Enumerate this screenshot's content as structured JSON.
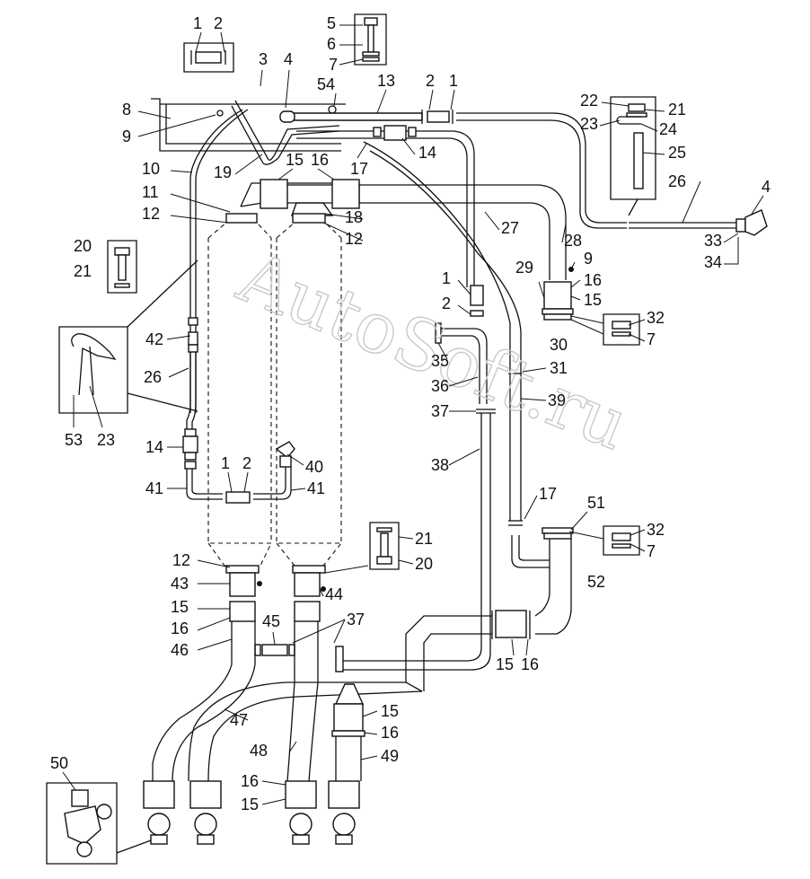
{
  "watermark": "AutoSoft.ru",
  "part_labels": [
    {
      "id": "l1a",
      "text": "1"
    },
    {
      "id": "l2a",
      "text": "2"
    },
    {
      "id": "l3",
      "text": "3"
    },
    {
      "id": "l4a",
      "text": "4"
    },
    {
      "id": "l5",
      "text": "5"
    },
    {
      "id": "l6",
      "text": "6"
    },
    {
      "id": "l7a",
      "text": "7"
    },
    {
      "id": "l54",
      "text": "54"
    },
    {
      "id": "l13",
      "text": "13"
    },
    {
      "id": "l2b",
      "text": "2"
    },
    {
      "id": "l1b",
      "text": "1"
    },
    {
      "id": "l22",
      "text": "22"
    },
    {
      "id": "l21a",
      "text": "21"
    },
    {
      "id": "l23a",
      "text": "23"
    },
    {
      "id": "l24",
      "text": "24"
    },
    {
      "id": "l25",
      "text": "25"
    },
    {
      "id": "l8",
      "text": "8"
    },
    {
      "id": "l9a",
      "text": "9"
    },
    {
      "id": "l14a",
      "text": "14"
    },
    {
      "id": "l17a",
      "text": "17"
    },
    {
      "id": "l10",
      "text": "10"
    },
    {
      "id": "l19",
      "text": "19"
    },
    {
      "id": "l15a",
      "text": "15"
    },
    {
      "id": "l16a",
      "text": "16"
    },
    {
      "id": "l26a",
      "text": "26"
    },
    {
      "id": "l4b",
      "text": "4"
    },
    {
      "id": "l11",
      "text": "11"
    },
    {
      "id": "l12a",
      "text": "12"
    },
    {
      "id": "l18",
      "text": "18"
    },
    {
      "id": "l12b",
      "text": "12"
    },
    {
      "id": "l27",
      "text": "27"
    },
    {
      "id": "l28",
      "text": "28"
    },
    {
      "id": "l33",
      "text": "33"
    },
    {
      "id": "l34",
      "text": "34"
    },
    {
      "id": "l20a",
      "text": "20"
    },
    {
      "id": "l21b",
      "text": "21"
    },
    {
      "id": "l9b",
      "text": "9"
    },
    {
      "id": "l29",
      "text": "29"
    },
    {
      "id": "l16b",
      "text": "16"
    },
    {
      "id": "l15b",
      "text": "15"
    },
    {
      "id": "l1c",
      "text": "1"
    },
    {
      "id": "l2c",
      "text": "2"
    },
    {
      "id": "l32a",
      "text": "32"
    },
    {
      "id": "l30",
      "text": "30"
    },
    {
      "id": "l7b",
      "text": "7"
    },
    {
      "id": "l42",
      "text": "42"
    },
    {
      "id": "l35",
      "text": "35"
    },
    {
      "id": "l31",
      "text": "31"
    },
    {
      "id": "l26b",
      "text": "26"
    },
    {
      "id": "l36",
      "text": "36"
    },
    {
      "id": "l39",
      "text": "39"
    },
    {
      "id": "l37a",
      "text": "37"
    },
    {
      "id": "l53",
      "text": "53"
    },
    {
      "id": "l23b",
      "text": "23"
    },
    {
      "id": "l14b",
      "text": "14"
    },
    {
      "id": "l40",
      "text": "40"
    },
    {
      "id": "l38",
      "text": "38"
    },
    {
      "id": "l1d",
      "text": "1"
    },
    {
      "id": "l2d",
      "text": "2"
    },
    {
      "id": "l41a",
      "text": "41"
    },
    {
      "id": "l41b",
      "text": "41"
    },
    {
      "id": "l17b",
      "text": "17"
    },
    {
      "id": "l51",
      "text": "51"
    },
    {
      "id": "l32b",
      "text": "32"
    },
    {
      "id": "l7c",
      "text": "7"
    },
    {
      "id": "l21c",
      "text": "21"
    },
    {
      "id": "l12c",
      "text": "12"
    },
    {
      "id": "l20b",
      "text": "20"
    },
    {
      "id": "l52",
      "text": "52"
    },
    {
      "id": "l43",
      "text": "43"
    },
    {
      "id": "l44",
      "text": "44"
    },
    {
      "id": "l15c",
      "text": "15"
    },
    {
      "id": "l16c",
      "text": "16"
    },
    {
      "id": "l45",
      "text": "45"
    },
    {
      "id": "l37b",
      "text": "37"
    },
    {
      "id": "l46",
      "text": "46"
    },
    {
      "id": "l15d",
      "text": "15"
    },
    {
      "id": "l16d",
      "text": "16"
    },
    {
      "id": "l50",
      "text": "50"
    },
    {
      "id": "l47",
      "text": "47"
    },
    {
      "id": "l15e",
      "text": "15"
    },
    {
      "id": "l16e",
      "text": "16"
    },
    {
      "id": "l48",
      "text": "48"
    },
    {
      "id": "l49",
      "text": "49"
    },
    {
      "id": "l16f",
      "text": "16"
    },
    {
      "id": "l15f",
      "text": "15"
    }
  ]
}
